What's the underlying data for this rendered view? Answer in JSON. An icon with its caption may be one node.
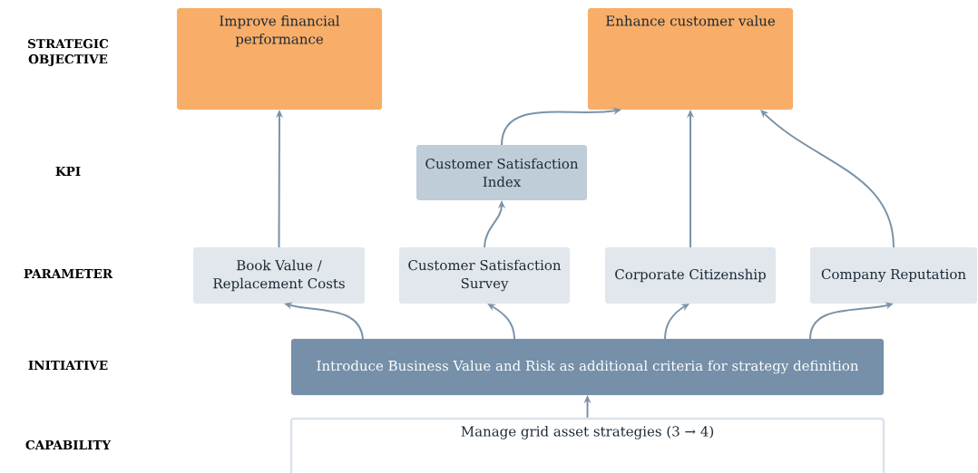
{
  "diagram": {
    "nodes": [
      {
        "text": [
          "Improve financial performance"
        ]
      },
      {
        "text": [
          "Enhance customer value"
        ]
      },
      {
        "text": [
          "Customer Satisfaction Index"
        ]
      },
      {
        "text": [
          "Book Value / Replacement Costs"
        ]
      },
      {
        "text": [
          "Customer Satisfaction Survey"
        ]
      },
      {
        "text": [
          "Corporate Citizenship"
        ]
      },
      {
        "text": [
          "Company Reputation"
        ]
      },
      {
        "text": [
          "Introduce Business Value and Risk as additional criteria for strategy definition"
        ]
      },
      {
        "text": [
          "Manage grid asset strategies (3 → 4)"
        ]
      }
    ],
    "edges": [
      {
        "from": 3,
        "to": 0,
        "arrow": "to"
      },
      {
        "from": 4,
        "to": 2,
        "arrow": "to"
      },
      {
        "from": 2,
        "to": 1,
        "arrow": "to"
      },
      {
        "from": 5,
        "to": 1,
        "arrow": "to"
      },
      {
        "from": 6,
        "to": 1,
        "arrow": "to"
      },
      {
        "from": 7,
        "to": 3,
        "arrow": "to"
      },
      {
        "from": 7,
        "to": 4,
        "arrow": "to"
      },
      {
        "from": 7,
        "to": 5,
        "arrow": "to"
      },
      {
        "from": 7,
        "to": 6,
        "arrow": "to"
      },
      {
        "from": 8,
        "to": 7,
        "arrow": "to"
      }
    ],
    "labels": [
      "STRATEGIC OBJECTIVE",
      "KPI",
      "PARAMETER",
      "INITIATIVE",
      "CAPABILITY"
    ]
  }
}
